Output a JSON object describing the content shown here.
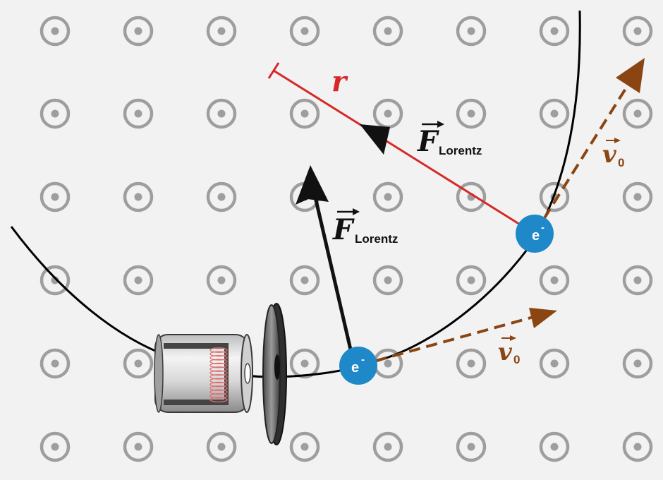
{
  "labels": {
    "radius": "r",
    "force_symbol": "F",
    "force_subscript": "Lorentz",
    "velocity_symbol": "v",
    "velocity_subscript": "0",
    "electron_symbol": "e",
    "electron_superscript": "-"
  },
  "field": {
    "direction": "out-of-page",
    "symbol": "dot-in-circle",
    "rows": 6,
    "cols": 8
  },
  "colors": {
    "background": "#f2f2f2",
    "field_symbol": "#9e9e9e",
    "trajectory": "#000000",
    "radius": "#d62828",
    "force_arrow": "#111111",
    "velocity_arrow": "#8b4513",
    "electron": "#1e88c8",
    "electron_text": "#ffffff",
    "coil": "#e07070"
  },
  "icons": {
    "electron_gun": "electron-gun-icon",
    "anode_plate": "anode-plate-icon",
    "field_marker": "field-out-of-page-icon"
  }
}
